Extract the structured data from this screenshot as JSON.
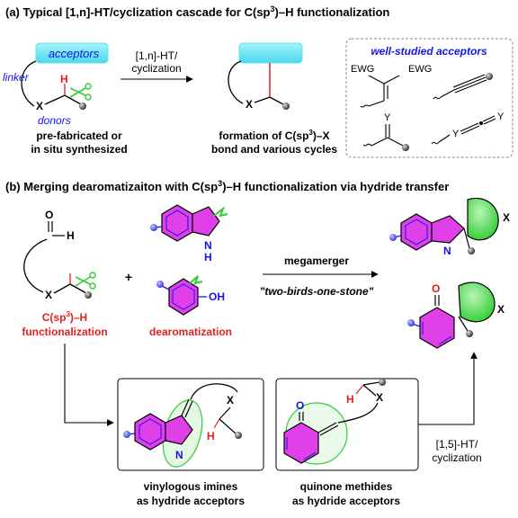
{
  "section_a": {
    "title_pre": "(a) Typical [1,n]-HT/cyclization cascade for C(sp",
    "title_sup": "3",
    "title_post": ")–H functionalization",
    "acceptors_label": "acceptors",
    "linker_label": "linker",
    "donors_label": "donors",
    "x_label": "X",
    "h_label": "H",
    "arrow_label_1": "[1,n]-HT/",
    "arrow_label_2": "cyclization",
    "left_caption_1": "pre-fabricated or",
    "left_caption_2": "in situ synthesized",
    "right_caption_1_pre": "formation of C(sp",
    "right_caption_1_sup": "3",
    "right_caption_1_post": ")–X",
    "right_caption_2": "bond and various cycles",
    "box_title": "well-studied acceptors",
    "ewg_left": "EWG",
    "ewg_right": "EWG",
    "y_label_1": "Y",
    "y_label_2": "Y",
    "y_label_3": "Y"
  },
  "section_b": {
    "title_pre": "(b) Merging dearomatizaiton with C(sp",
    "title_sup": "3",
    "title_post": ")–H functionalization via hydride transfer",
    "aldehyde_o": "O",
    "aldehyde_h": "H",
    "x_label": "X",
    "plus": "+",
    "indole_nh": "N",
    "indole_h": "H",
    "phenol_oh": "OH",
    "arrow_label": "megamerger",
    "arrow_sublabel": "\"two-birds-one-stone\"",
    "left_caption_1_pre": "C(sp",
    "left_caption_1_sup": "3",
    "left_caption_1_post": ")–H",
    "left_caption_2": "functionalization",
    "mid_caption": "dearomatization",
    "product_x_1": "X",
    "product_n": "N",
    "product_o": "O",
    "product_x_2": "X",
    "box1_x": "X",
    "box1_h": "H",
    "box1_n": "N",
    "box2_o": "O",
    "box2_h": "H",
    "box2_x": "X",
    "box1_caption_1": "vinylogous imines",
    "box1_caption_2": "as hydride acceptors",
    "box2_caption_1": "quinone methides",
    "box2_caption_2": "as hydride acceptors",
    "ht_label_1": "[1,5]-HT/",
    "ht_label_2": "cyclization"
  },
  "colors": {
    "blue": "#1414e6",
    "red": "#e61e1e",
    "magenta": "#e040e8",
    "green": "#33cc33",
    "lightgreen": "#66e066",
    "cyan": "#5ee3f0"
  }
}
